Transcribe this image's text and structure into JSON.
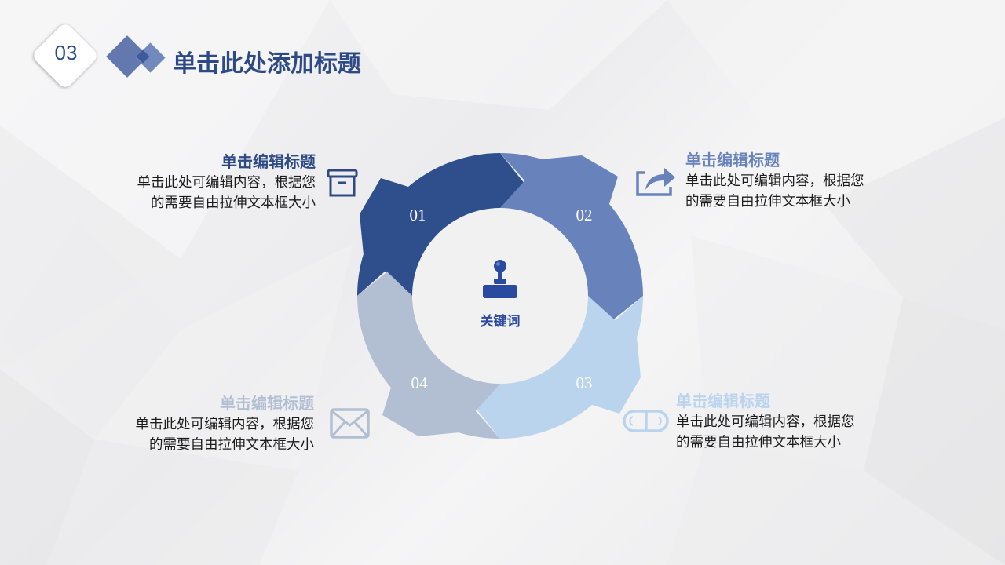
{
  "header": {
    "section_number": "03",
    "title": "单击此处添加标题"
  },
  "center": {
    "icon": "joystick-icon",
    "label": "关键词"
  },
  "colors": {
    "title": "#2e4a86",
    "segment_01": "#2e4f8c",
    "segment_02": "#6883bb",
    "segment_03": "#bad4ee",
    "segment_04": "#b2bfd3",
    "center_icon": "#2a4aa0"
  },
  "segments": [
    {
      "number": "01",
      "heading": "单击编辑标题",
      "line1": "单击此处可编辑内容，根据您",
      "line2": "的需要自由拉伸文本框大小",
      "icon": "archive-box-icon"
    },
    {
      "number": "02",
      "heading": "单击编辑标题",
      "line1": "单击此处可编辑内容，根据您",
      "line2": "的需要自由拉伸文本框大小",
      "icon": "share-arrow-icon"
    },
    {
      "number": "03",
      "heading": "单击编辑标题",
      "line1": "单击此处可编辑内容，根据您",
      "line2": "的需要自由拉伸文本框大小",
      "icon": "pill-capsule-icon"
    },
    {
      "number": "04",
      "heading": "单击编辑标题",
      "line1": "单击此处可编辑内容，根据您",
      "line2": "的需要自由拉伸文本框大小",
      "icon": "envelope-icon"
    }
  ]
}
